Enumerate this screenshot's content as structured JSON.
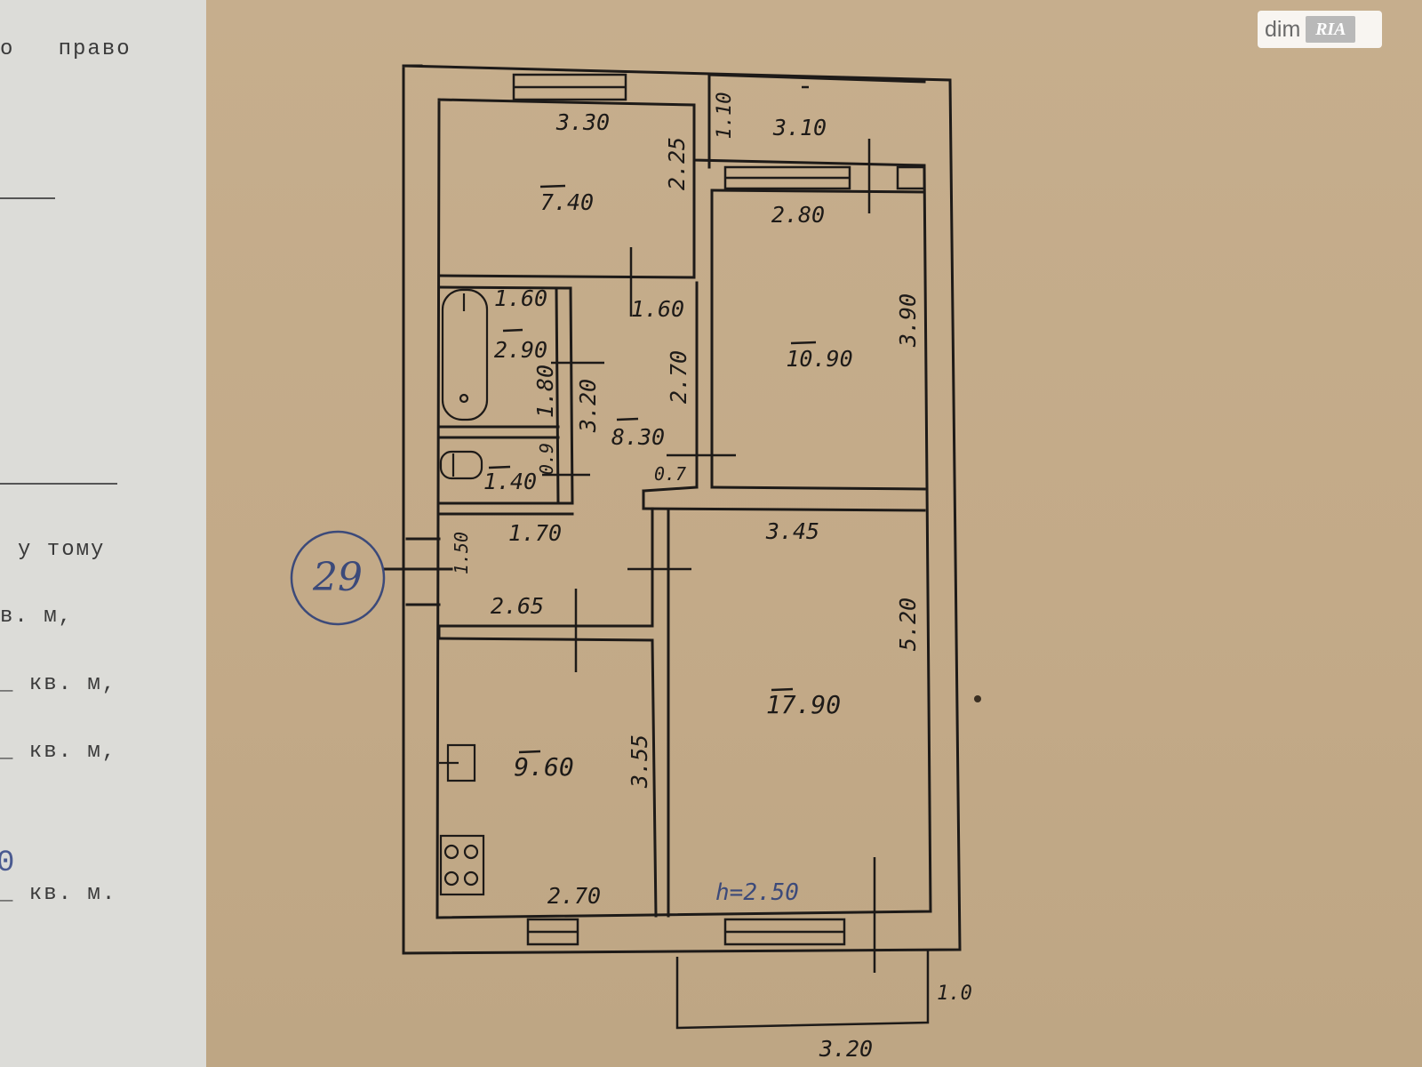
{
  "left_page": {
    "lines": [
      "о   право",
      "у тому",
      "в. м,",
      "_ кв. м,",
      "_ кв. м,",
      "_ кв. м."
    ],
    "margin_mark": "0"
  },
  "watermark": {
    "text": "dim",
    "badge": "RIA"
  },
  "plan": {
    "apartment_number": "29",
    "room_areas": [
      "7.40",
      "10.90",
      "2.90",
      "8.30",
      "1.40",
      "17.90",
      "9.60",
      "3.10"
    ],
    "dimensions": [
      "3.30",
      "2.25",
      "1.10",
      "2.80",
      "3.90",
      "1.60",
      "1.60",
      "1.80",
      "2.70",
      "3.20",
      "0.9",
      "0.7",
      "1.70",
      "3.45",
      "1.50",
      "2.65",
      "5.20",
      "3.55",
      "2.70",
      "1.0",
      "3.20"
    ],
    "ceiling_height": "h=2.50",
    "colors": {
      "ink": "#1d1a18",
      "paper": "#c3aa88",
      "pen": "#3c4a7a"
    }
  }
}
